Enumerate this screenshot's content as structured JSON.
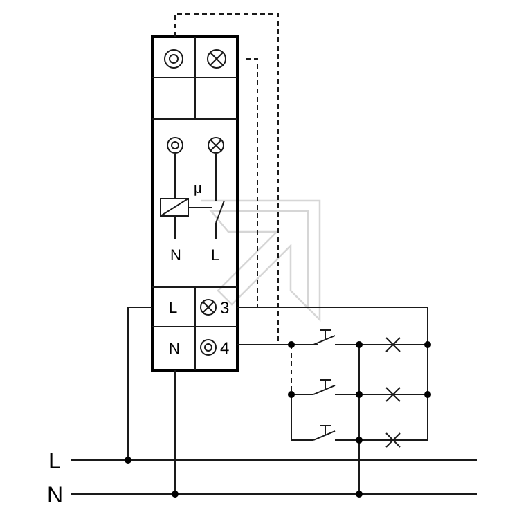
{
  "rails": {
    "live": "L",
    "neutral": "N"
  },
  "module": {
    "mu_symbol": "μ",
    "coil_neutral": "N",
    "coil_live": "L",
    "terminal_l": "L",
    "terminal_n": "N",
    "terminal_3": "3",
    "terminal_4": "4"
  },
  "icons": {
    "push_indicator": "double-circle-icon",
    "lamp_indicator": "cross-circle-icon",
    "lamp_symbol": "cross-lamp-icon",
    "pushbutton_symbol": "pushbutton-icon"
  },
  "colors": {
    "line": "#1a1a1a",
    "watermark": "#d6d6d6"
  }
}
